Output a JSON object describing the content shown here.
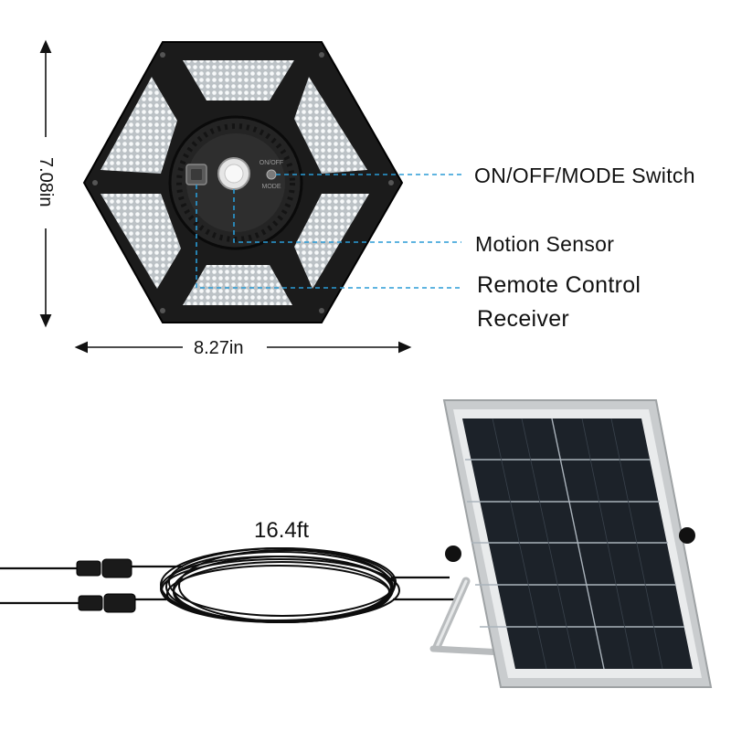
{
  "callouts": {
    "switch": "ON/OFF/MODE Switch",
    "motion": "Motion Sensor",
    "remote_line1": "Remote Control",
    "remote_line2": "Receiver"
  },
  "dimensions": {
    "height": "7.08in",
    "width": "8.27in",
    "cable": "16.4ft"
  },
  "device_markings": {
    "button_top": "ON/OFF",
    "button_bottom": "MODE"
  },
  "colors": {
    "callout_line": "#2a9bd6",
    "housing": "#1b1b1b",
    "led_panel": "#d9dde0",
    "solar_cell": "#1c2229",
    "solar_frame": "#c9ccce",
    "cable": "#0d0d0d"
  }
}
